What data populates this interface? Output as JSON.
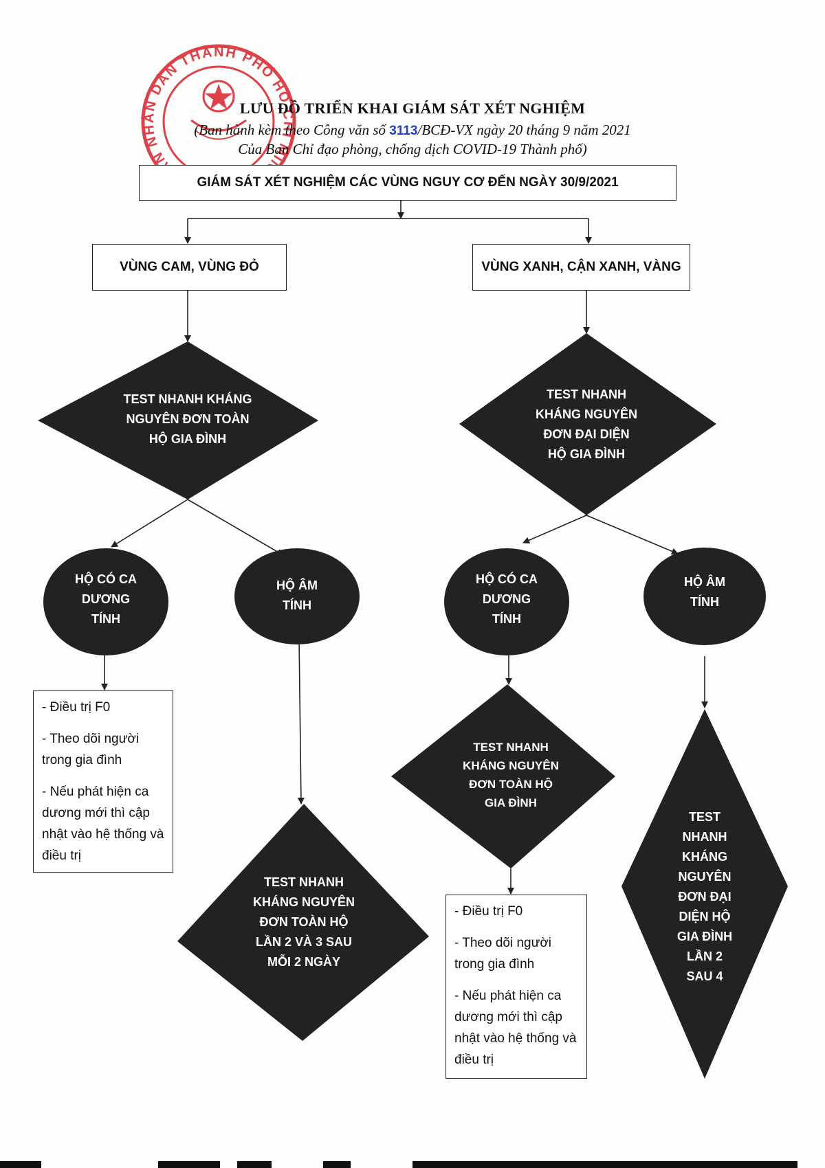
{
  "document": {
    "title": "LƯU ĐỒ TRIỂN KHAI GIÁM SÁT XÉT NGHIỆM",
    "subtitle_prefix": "(Ban hành kèm theo Công văn số",
    "document_number": "3113",
    "subtitle_suffix": "/BCĐ-VX ngày 20 tháng 9 năm 2021",
    "subtitle_line2": "Của Ban Chỉ đạo phòng, chống dịch COVID-19 Thành phố)",
    "stamp_text": "ỦY BAN NHÂN DÂN THÀNH PHỐ HỒ CHÍ MINH"
  },
  "colors": {
    "shape_fill": "#222222",
    "stamp_red": "#d8212a",
    "doc_number_blue": "#2340c8",
    "line": "#222222"
  },
  "flowchart": {
    "top": "GIÁM SÁT XÉT NGHIỆM CÁC VÙNG NGUY CƠ ĐẾN NGÀY 30/9/2021",
    "left_zone": "VÙNG CAM, VÙNG ĐỎ",
    "right_zone": "VÙNG XANH, CẬN XANH, VÀNG",
    "left_diamond": [
      "TEST NHANH KHÁNG",
      "NGUYÊN ĐƠN TOÀN",
      "HỘ GIA ĐÌNH"
    ],
    "right_diamond": [
      "TEST NHANH",
      "KHÁNG NGUYÊN",
      "ĐƠN ĐẠI DIỆN",
      "HỘ GIA ĐÌNH"
    ],
    "left_positive": [
      "HỘ CÓ CA",
      "DƯƠNG",
      "TÍNH"
    ],
    "left_negative": [
      "HỘ ÂM",
      "TÍNH"
    ],
    "right_positive": [
      "HỘ CÓ CA",
      "DƯƠNG",
      "TÍNH"
    ],
    "right_negative": [
      "HỘ ÂM",
      "TÍNH"
    ],
    "left_note": [
      "- Điều trị F0",
      "- Theo dõi người trong gia đình",
      "- Nếu phát hiện ca dương mới thì cập nhật vào hệ thống và điều trị"
    ],
    "left_retest": [
      "TEST NHANH",
      "KHÁNG NGUYÊN",
      "ĐƠN TOÀN HỘ",
      "LẦN 2 VÀ 3 SAU",
      "MỖI 2 NGÀY"
    ],
    "right_positive_test": [
      "TEST NHANH",
      "KHÁNG NGUYÊN",
      "ĐƠN TOÀN HỘ",
      "GIA ĐÌNH"
    ],
    "right_note": [
      "- Điều trị F0",
      "- Theo dõi người trong gia đình",
      "- Nếu phát hiện ca dương mới thì cập nhật vào hệ thống và điều trị"
    ],
    "right_retest": [
      "TEST",
      "NHANH",
      "KHÁNG",
      "NGUYÊN",
      "ĐƠN ĐẠI",
      "DIỆN HỘ",
      "GIA ĐÌNH",
      "LẦN 2",
      "SAU 4"
    ]
  }
}
